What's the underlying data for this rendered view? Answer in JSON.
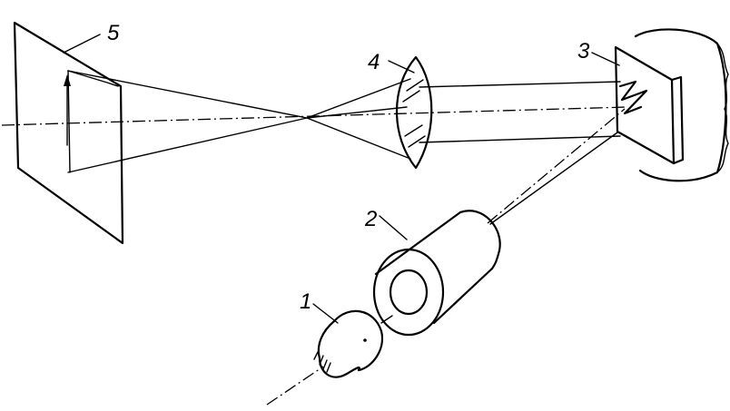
{
  "labels": {
    "source": "1",
    "objective": "2",
    "prism_mount": "3",
    "lens": "4",
    "screen": "5"
  },
  "colors": {
    "ink": "#000000",
    "background": "#ffffff"
  }
}
